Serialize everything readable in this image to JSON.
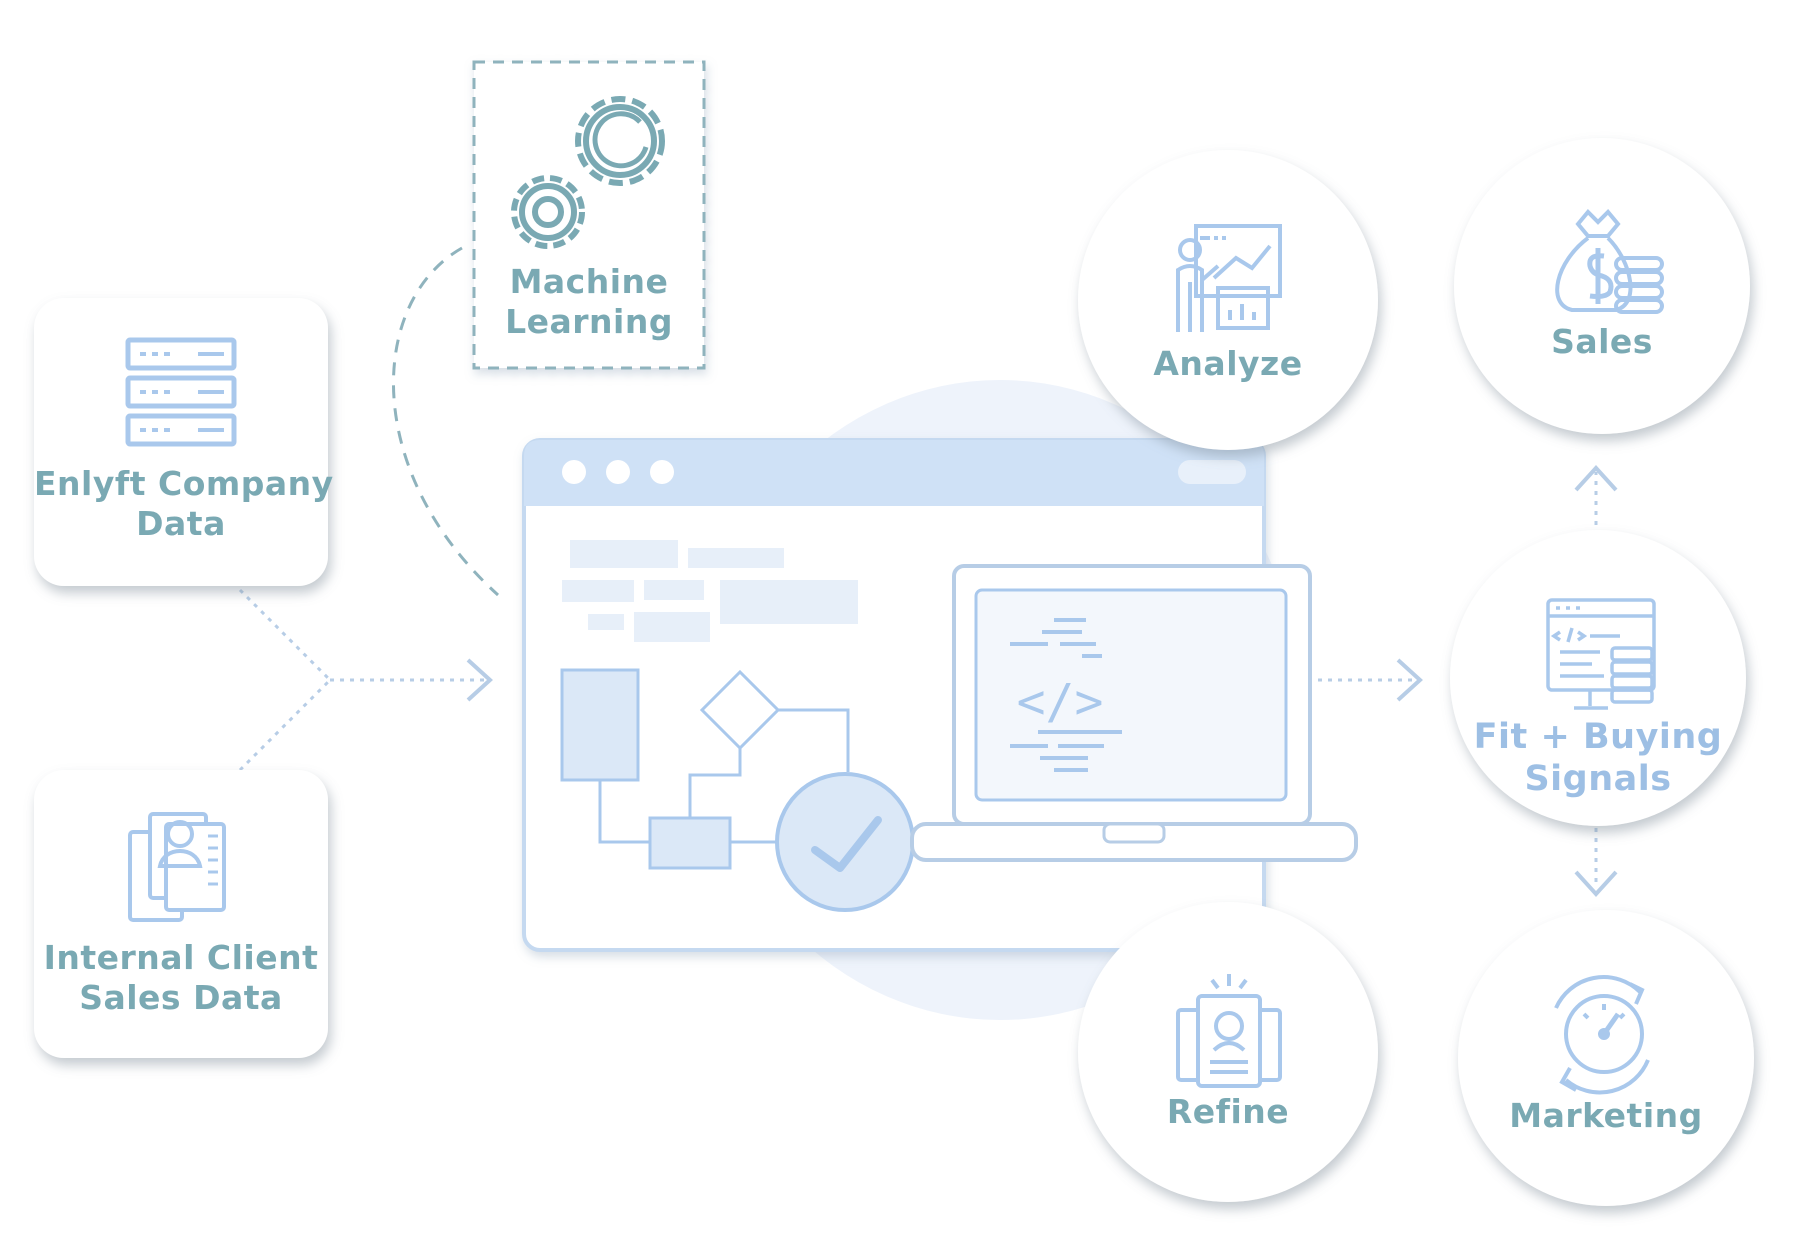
{
  "colors": {
    "teal": "#7aa9b3",
    "teal_dark": "#6f9ea8",
    "blue_line": "#a9c8ec",
    "blue_fill": "#cfe1f6",
    "blue_soft": "#e6eff9",
    "blob": "#eef3fb",
    "card": "#ffffff"
  },
  "inputs": {
    "machine_learning": {
      "line1": "Machine",
      "line2": "Learning",
      "icon": "gears-icon"
    },
    "company_data": {
      "line1": "Enlyft Company",
      "line2": "Data",
      "icon": "server-stack-icon"
    },
    "client_data": {
      "line1": "Internal Client",
      "line2": "Sales Data",
      "icon": "client-documents-icon"
    }
  },
  "center": {
    "browser_icon": "browser-window-icon",
    "flowchart_icon": "flowchart-icon",
    "laptop_icon": "laptop-code-icon",
    "code_glyph": "</>"
  },
  "stages": {
    "analyze": {
      "label": "Analyze",
      "icon": "presentation-chart-icon"
    },
    "refine": {
      "label": "Refine",
      "icon": "profile-card-icon"
    },
    "fit_buying": {
      "line1": "Fit + Buying",
      "line2": "Signals",
      "icon": "monitor-data-icon"
    },
    "sales": {
      "label": "Sales",
      "icon": "money-bag-icon"
    },
    "marketing": {
      "label": "Marketing",
      "icon": "speedometer-cycle-icon"
    }
  }
}
